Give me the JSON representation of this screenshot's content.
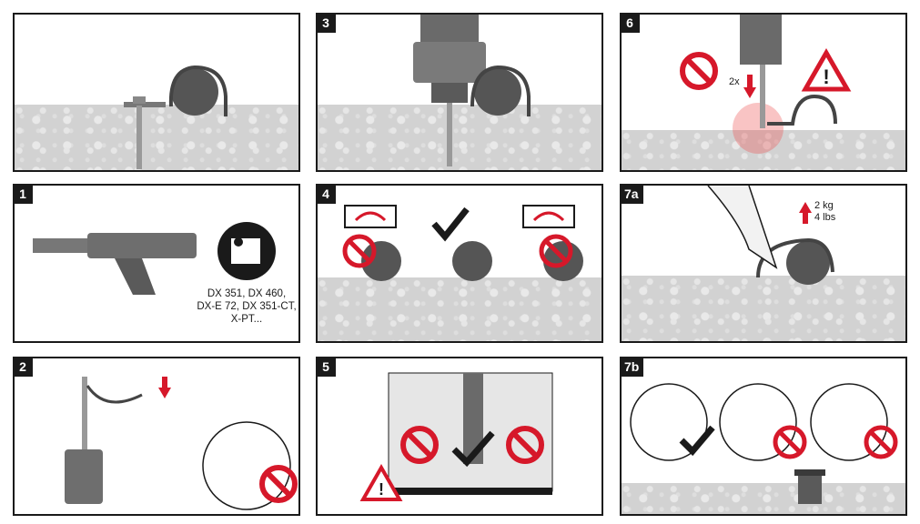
{
  "steps": {
    "s1": "1",
    "s2": "2",
    "s3": "3",
    "s4": "4",
    "s5": "5",
    "s6": "6",
    "s7a": "7a",
    "s7b": "7b"
  },
  "panel1": {
    "tools_line1": "DX 351, DX 460,",
    "tools_line2": "DX-E 72, DX 351-CT,",
    "tools_line3": "X-PT..."
  },
  "panel6": {
    "repeat": "2x"
  },
  "panel7a": {
    "weight_kg": "2 kg",
    "weight_lbs": "4 lbs"
  },
  "colors": {
    "prohibit_red": "#d6182a",
    "border": "#1a1a1a",
    "concrete": "#d2d2d2",
    "tool_gray": "#6e6e6e"
  },
  "icons": [
    "prohibition-icon",
    "warning-icon",
    "checkmark-icon",
    "read-manual-icon",
    "down-arrow-icon",
    "up-arrow-icon",
    "recycle-bin-icon"
  ]
}
